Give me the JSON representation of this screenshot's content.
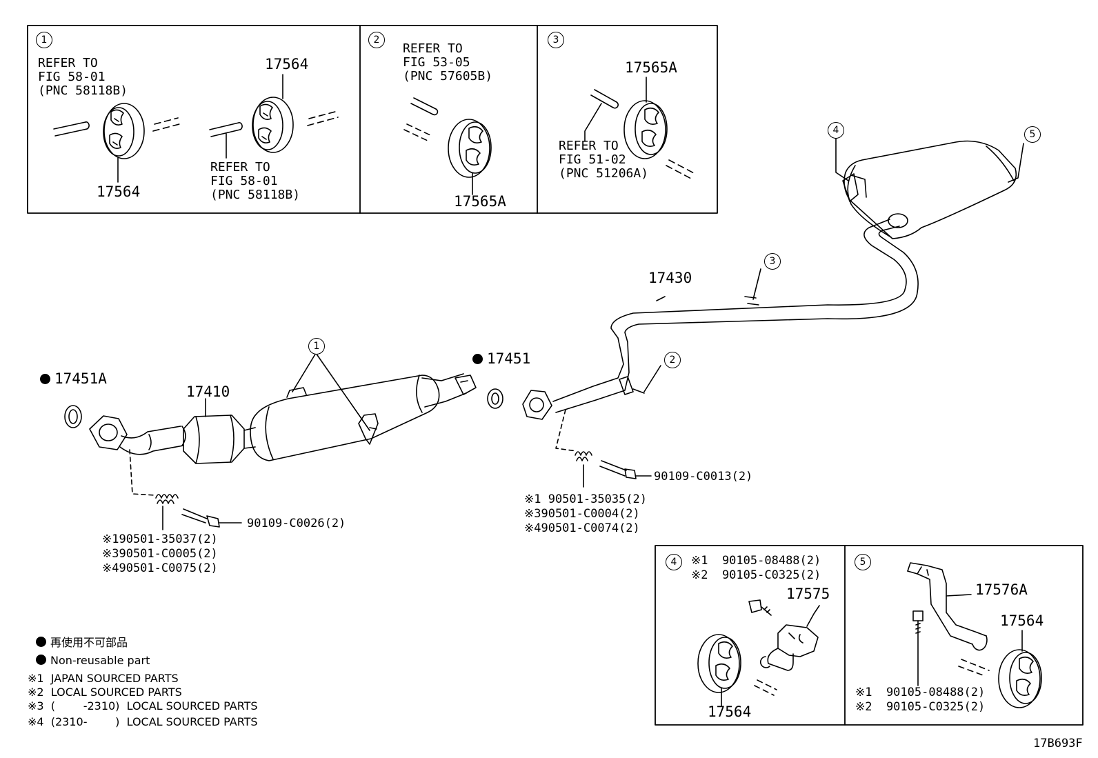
{
  "inset_boxes": [
    {
      "number": "1",
      "part_top": "17564",
      "part_bottom": "17564",
      "refer_left": "REFER TO\nFIG 58-01\n(PNC 58118B)",
      "refer_right": "REFER TO\nFIG 58-01\n(PNC 58118B)"
    },
    {
      "number": "2",
      "refer": "REFER TO\nFIG 53-05\n(PNC 57605B)",
      "part": "17565A"
    },
    {
      "number": "3",
      "part": "17565A",
      "refer": "REFER TO\nFIG 51-02\n(PNC 51206A)"
    },
    {
      "number": "4",
      "notes": "※1  90105-08488(2)\n※2  90105-C0325(2)",
      "part_bracket": "17575",
      "part_hanger": "17564"
    },
    {
      "number": "5",
      "part_bracket": "17576A",
      "part_hanger": "17564",
      "notes": "※1  90105-08488(2)\n※2  90105-C0325(2)"
    }
  ],
  "main_parts": {
    "gasket_front": "17451A",
    "front_pipe": "17410",
    "gasket_center": "17451",
    "tail_pipe": "17430",
    "bolt_front": "90109-C0026(2)",
    "bolt_center": "90109-C0013(2)",
    "springs_front": "※190501-35037(2)\n※390501-C0005(2)\n※490501-C0075(2)",
    "springs_center": "※1 90501-35035(2)\n※390501-C0004(2)\n※490501-C0074(2)"
  },
  "callouts": {
    "c1": "1",
    "c2": "2",
    "c3": "3",
    "c4": "4",
    "c5": "5"
  },
  "legend": {
    "nonreusable_jp": "再使用不可部品",
    "nonreusable_en": "Non-reusable part",
    "note1": "※1  JAPAN SOURCED PARTS",
    "note2": "※2  LOCAL SOURCED PARTS",
    "note3": "※3  (        -2310)  LOCAL SOURCED PARTS",
    "note4": "※4  (2310-        )  LOCAL SOURCED PARTS"
  },
  "figure_code": "17B693F"
}
